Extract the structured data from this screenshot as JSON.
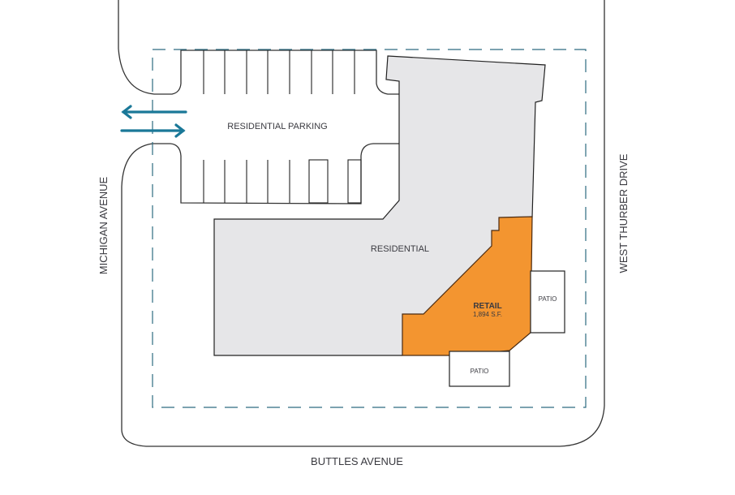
{
  "streets": {
    "west": "MICHIGAN AVENUE",
    "east": "WEST THURBER DRIVE",
    "south": "BUTTLES AVENUE"
  },
  "areas": {
    "parking": "RESIDENTIAL PARKING",
    "residential": "RESIDENTIAL",
    "retail": "RETAIL",
    "retail_size": "1,894 S.F.",
    "patio_east": "PATIO",
    "patio_south": "PATIO"
  },
  "colors": {
    "retail": "#f39530",
    "residential": "#e6e6e8",
    "boundary": "#2d6b80",
    "arrows": "#1a7898"
  }
}
